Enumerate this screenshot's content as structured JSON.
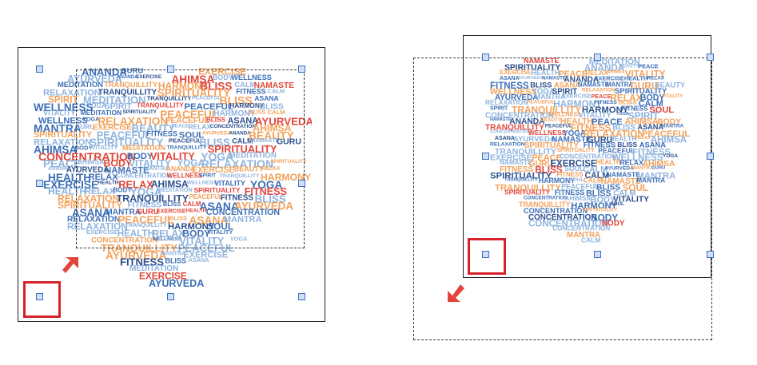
{
  "colors": {
    "light_blue": "#8fb3de",
    "blue": "#3d6fb6",
    "navy": "#2c4f8c",
    "orange": "#f2a25c",
    "red": "#e2453a",
    "highlight": "#d6232b",
    "handle": "#3a6fc4"
  },
  "icons": {
    "arrow_left": "red-arrow-up-right-icon",
    "arrow_right": "red-arrow-down-left-icon"
  },
  "word_cloud": {
    "words": [
      "WELLNESS",
      "VITALITY",
      "YOGA",
      "SPIRIT",
      "MEDITATION",
      "RELAXATION",
      "TRANQUILLITY",
      "SPIRITUALITY",
      "PEACEFUL",
      "HARMONY",
      "FITNESS",
      "BLISS",
      "SOUL",
      "CALM",
      "ASANA",
      "AYURVEDA",
      "NAMASTE",
      "MANTRA",
      "ANANDA",
      "GURU",
      "EXERCISE",
      "BEAUTY",
      "HEALTH",
      "PEACE",
      "RELAX",
      "CONCENTRATION",
      "AHIMSA",
      "BODY"
    ]
  }
}
